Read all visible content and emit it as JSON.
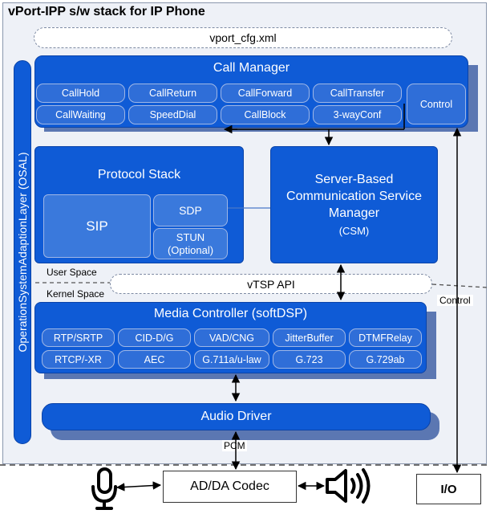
{
  "title": "vPort-IPP s/w stack for IP Phone",
  "cfg_file": "vport_cfg.xml",
  "osal": "OperationSystemAdaptionLayer (OSAL)",
  "call_manager": {
    "title": "Call Manager",
    "row1": [
      "CallHold",
      "CallReturn",
      "CallForward",
      "CallTransfer"
    ],
    "row2": [
      "CallWaiting",
      "SpeedDial",
      "CallBlock",
      "3-wayConf"
    ],
    "control": "Control"
  },
  "protocol_stack": {
    "title": "Protocol Stack",
    "sip": "SIP",
    "sdp": "SDP",
    "stun_line1": "STUN",
    "stun_line2": "(Optional)"
  },
  "csm": {
    "line1": "Server-Based",
    "line2": "Communication Service",
    "line3": "Manager",
    "abbr": "(CSM)"
  },
  "user_space": "User Space",
  "kernel_space": "Kernel Space",
  "vtsp_api": "vTSP API",
  "control_label": "Control",
  "media_controller": {
    "title": "Media Controller (softDSP)",
    "row1": [
      "RTP/SRTP",
      "CID-D/G",
      "VAD/CNG",
      "JitterBuffer",
      "DTMFRelay"
    ],
    "row2": [
      "RTCP/-XR",
      "AEC",
      "G.711a/u-law",
      "G.723",
      "G.729ab"
    ]
  },
  "audio_driver": "Audio Driver",
  "pcm": "PCM",
  "codec": "AD/DA Codec",
  "io": "I/O",
  "icons": {
    "mic": "microphone-icon",
    "speaker": "speaker-icon"
  },
  "colors": {
    "primary": "#0f5bd6",
    "chip": "#2f6ed8",
    "inner": "#3a79dc",
    "shadow": "#5b77b2",
    "background": "#eef1f7"
  }
}
